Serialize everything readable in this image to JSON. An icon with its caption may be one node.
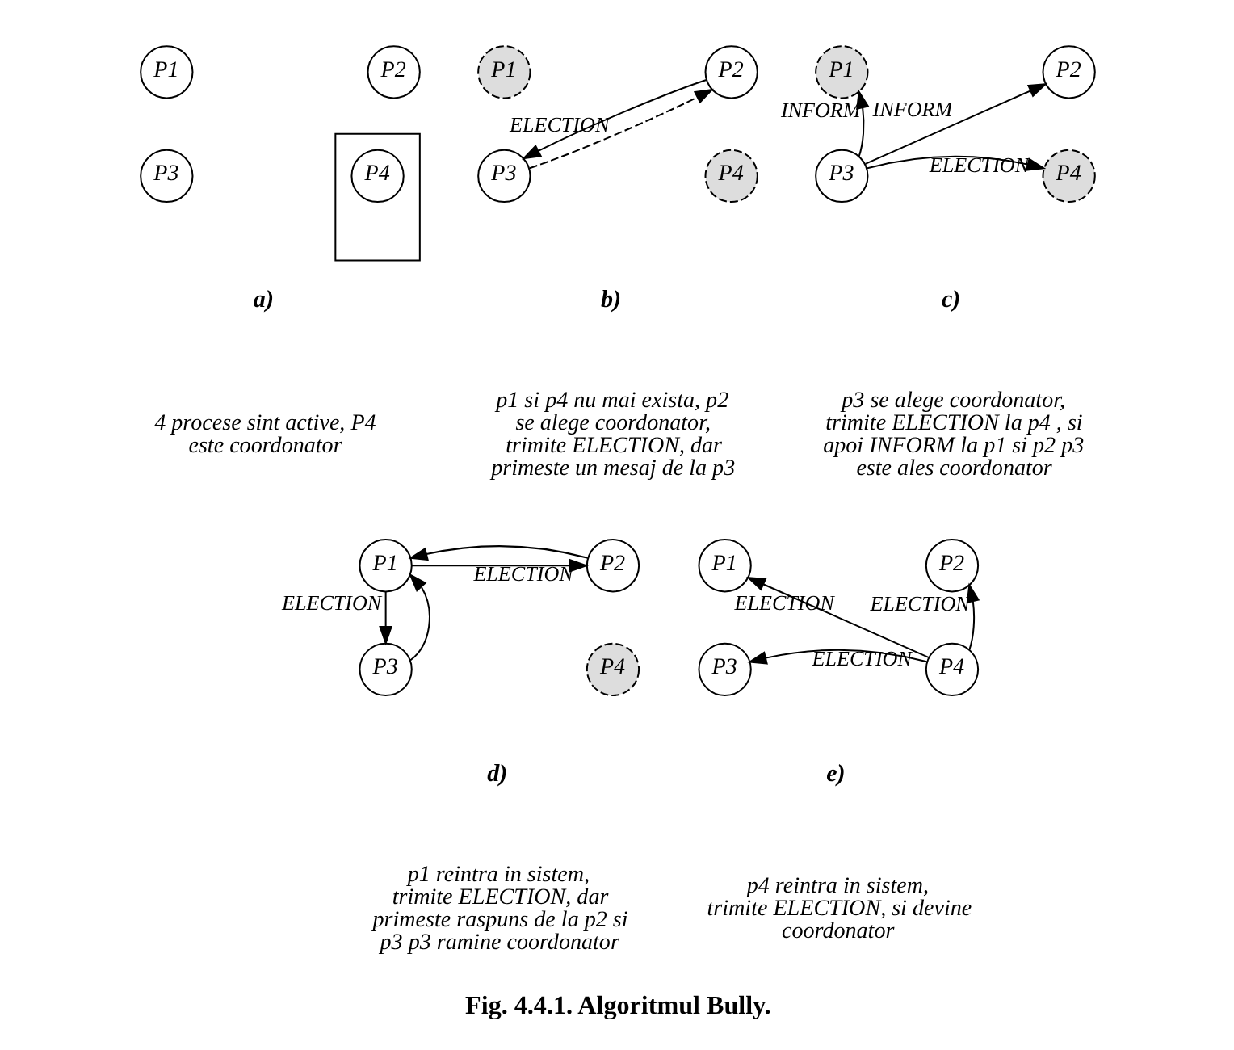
{
  "diagram": {
    "caption": "Fig. 4.4.1. Algoritmul Bully.",
    "nodes": [
      {
        "text": [
          "P1"
        ]
      },
      {
        "text": [
          "P2"
        ]
      },
      {
        "text": [
          "P3"
        ]
      },
      {
        "text": [],
        "shape": "box"
      },
      {
        "text": [
          "P4"
        ],
        "in": 3
      },
      {
        "text": [
          "P1"
        ]
      },
      {
        "text": [
          "P2"
        ]
      },
      {
        "text": [
          "P3"
        ]
      },
      {
        "text": [
          "P4"
        ]
      },
      {
        "text": [
          "P1"
        ]
      },
      {
        "text": [
          "P2"
        ]
      },
      {
        "text": [
          "P3"
        ]
      },
      {
        "text": [
          "P4"
        ]
      },
      {
        "text": [
          "P1"
        ]
      },
      {
        "text": [
          "P2"
        ]
      },
      {
        "text": [
          "P3"
        ]
      },
      {
        "text": [
          "P4"
        ]
      },
      {
        "text": [
          "P1"
        ]
      },
      {
        "text": [
          "P2"
        ]
      },
      {
        "text": [
          "P3"
        ]
      },
      {
        "text": [
          "P4"
        ]
      }
    ],
    "edges": [
      {
        "from": 6,
        "to": 7,
        "arrow": "to",
        "label": "ELECTION"
      },
      {
        "from": 7,
        "to": 6,
        "arrow": "to",
        "style": "dashed"
      },
      {
        "from": 11,
        "to": 9,
        "arrow": "to",
        "label": "INFORM"
      },
      {
        "from": 11,
        "to": 10,
        "arrow": "to",
        "label": "INFORM"
      },
      {
        "from": 11,
        "to": 12,
        "arrow": "to",
        "label": "ELECTION"
      },
      {
        "from": 13,
        "to": 14,
        "arrow": "to",
        "label": "ELECTION"
      },
      {
        "from": 14,
        "to": 13,
        "arrow": "to"
      },
      {
        "from": 13,
        "to": 15,
        "arrow": "to",
        "label": "ELECTION"
      },
      {
        "from": 15,
        "to": 13,
        "arrow": "to"
      },
      {
        "from": 20,
        "to": 17,
        "arrow": "to",
        "label": "ELECTION"
      },
      {
        "from": 20,
        "to": 18,
        "arrow": "to",
        "label": "ELECTION"
      },
      {
        "from": 20,
        "to": 19,
        "arrow": "to",
        "label": "ELECTION"
      }
    ],
    "labels": [
      "a)",
      "4 procese sint active, P4 este coordonator",
      "b)",
      "p1 si p4 nu mai exista, p2 se alege coordonator, trimite ELECTION, dar primeste un mesaj de la p3",
      "c)",
      "p3 se alege coordonator, trimite ELECTION la p4 , si apoi INFORM la p1 si p2 p3 este ales coordonator",
      "d)",
      "p1 reintra in sistem, trimite ELECTION, dar primeste raspuns de la p2 si p3 p3 ramine coordonator",
      "e)",
      "p4 reintra in sistem, trimite ELECTION, si devine coordonator"
    ]
  }
}
